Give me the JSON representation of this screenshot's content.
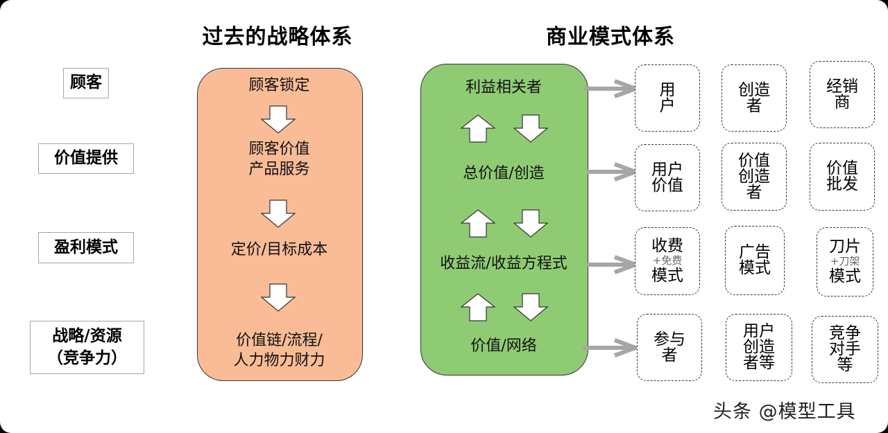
{
  "titles": {
    "left": "过去的战略体系",
    "right": "商业模式体系"
  },
  "row_labels": [
    {
      "text": "顾客"
    },
    {
      "text": "价值提供"
    },
    {
      "text": "盈利模式"
    },
    {
      "text": "战略/资源\n（竞争力）"
    }
  ],
  "past_system": {
    "color": "#f9bc97",
    "steps": [
      {
        "text": "顾客锁定"
      },
      {
        "text": "顾客价值\n产品服务"
      },
      {
        "text": "定价/目标成本"
      },
      {
        "text": "价值链/流程/\n人力物力财力"
      }
    ]
  },
  "business_model": {
    "color": "#8fcb73",
    "steps": [
      {
        "text": "利益相关者"
      },
      {
        "text": "总价值/创造"
      },
      {
        "text": "收益流/收益方程式"
      },
      {
        "text": "价值/网络"
      }
    ]
  },
  "examples": [
    [
      {
        "text": "用\n户"
      },
      {
        "text": "创造\n者"
      },
      {
        "text": "经销\n商"
      }
    ],
    [
      {
        "text": "用户\n价值"
      },
      {
        "text": "价值\n创造\n者"
      },
      {
        "text": "价值\n批发"
      }
    ],
    [
      {
        "text": "收费",
        "sub": "+免费",
        "text2": "模式"
      },
      {
        "text": "广告\n模式"
      },
      {
        "text": "刀片",
        "sub": "+刀架",
        "text2": "模式"
      }
    ],
    [
      {
        "text": "参与\n者"
      },
      {
        "text": "用户\n创造\n者等"
      },
      {
        "text": "竞争\n对手\n等"
      }
    ]
  ],
  "watermark": "头条 @模型工具"
}
